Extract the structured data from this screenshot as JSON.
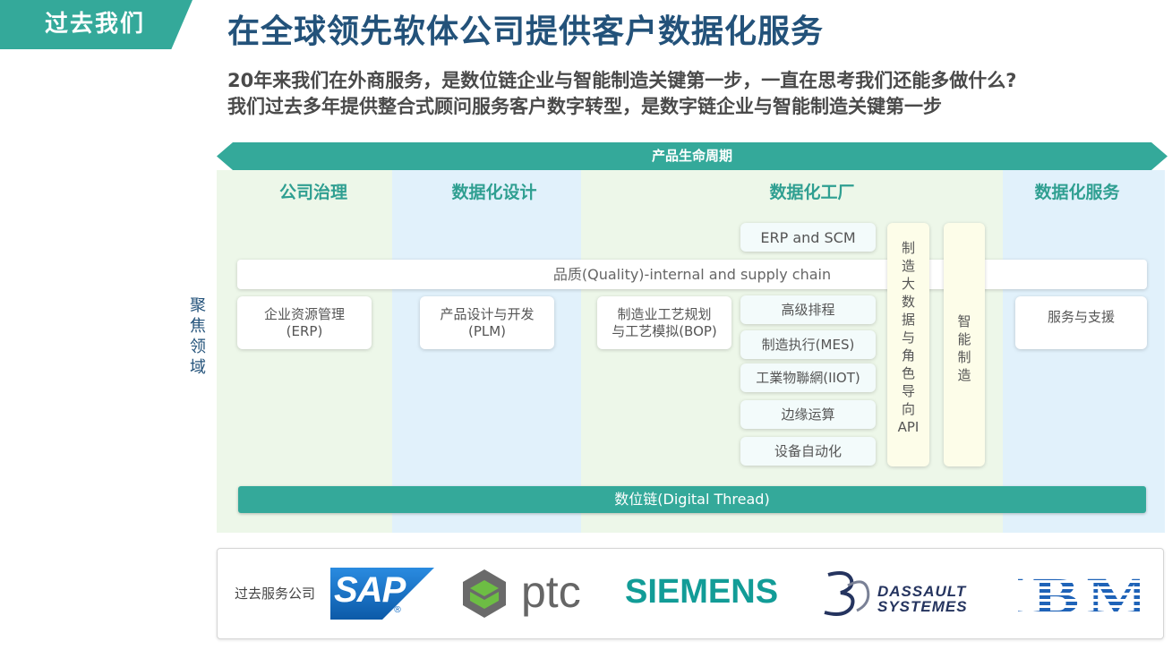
{
  "header": {
    "tag": "过去我们",
    "title": "在全球领先软体公司提供客户数据化服务",
    "subtitle_line1": "20年来我们在外商服务，是数位链企业与智能制造关键第一步，一直在思考我们还能多做什么?",
    "subtitle_line2": "我们过去多年提供整合式顾问服务客户数字转型，是数字链企业与智能制造关键第一步"
  },
  "lifecycle": "产品生命周期",
  "side_label": [
    "聚",
    "焦",
    "领",
    "域"
  ],
  "columns": {
    "governance": "公司治理",
    "design": "数据化设计",
    "factory": "数据化工厂",
    "service": "数据化服务"
  },
  "quality_bar": "品质(Quality)-internal and supply chain",
  "boxes": {
    "erp_scm": "ERP and SCM",
    "erp_line1": "企业资源管理",
    "erp_line2": "(ERP)",
    "plm_line1": "产品设计与开发",
    "plm_line2": "(PLM)",
    "bop_line1": "制造业工艺规划",
    "bop_line2": "与工艺模拟(BOP)",
    "aps": "高级排程",
    "mes": "制造执行(MES)",
    "iiot": "工業物聯網(IIOT)",
    "edge": "边缘运算",
    "automation": "设备自动化",
    "service_support": "服务与支援"
  },
  "vertical_big_data": [
    "制",
    "造",
    "大",
    "数",
    "据",
    "与",
    "角",
    "色",
    "导",
    "向",
    "API"
  ],
  "vertical_smart": [
    "智",
    "能",
    "制",
    "造"
  ],
  "digital_thread": "数位链(Digital Thread)",
  "logos": {
    "label": "过去服务公司",
    "sap": "SAP",
    "sap_mark": "®",
    "ptc": "ptc",
    "siemens": "SIEMENS",
    "dassault_line1": "DASSAULT",
    "dassault_line2": "SYSTEMES",
    "ibm": "IBM"
  },
  "colors": {
    "teal": "#34a99a",
    "navy": "#23527a",
    "sap_blue": "#1a73c9",
    "ptc_green": "#6dbd44",
    "siemens_teal": "#129c97",
    "dassault_navy": "#25345f",
    "ibm_blue": "#1f63b8"
  }
}
